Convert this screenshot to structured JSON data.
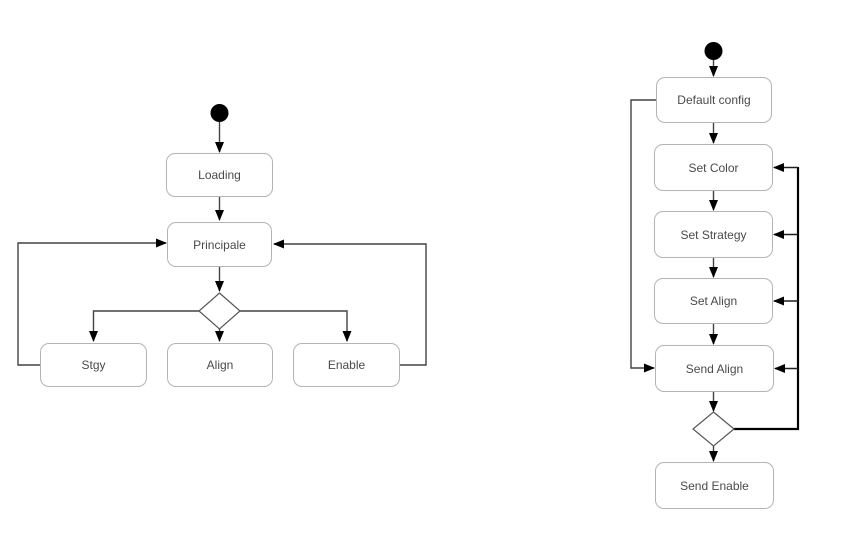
{
  "colors": {
    "background": "#ffffff",
    "state_fill": "#ffffff",
    "state_border": "#b4b4b4",
    "state_text": "#4a4a4a",
    "edge": "#424242",
    "edge_bold": "#000000",
    "arrowhead": "#000000",
    "initial_node": "#000000",
    "decision_border": "#565656"
  },
  "diagram_left": {
    "nodes": {
      "loading": "Loading",
      "principale": "Principale",
      "stgy": "Stgy",
      "align": "Align",
      "enable": "Enable"
    }
  },
  "diagram_right": {
    "nodes": {
      "default_config": "Default config",
      "set_color": "Set Color",
      "set_strategy": "Set Strategy",
      "set_align": "Set Align",
      "send_align": "Send Align",
      "send_enable": "Send Enable"
    }
  }
}
